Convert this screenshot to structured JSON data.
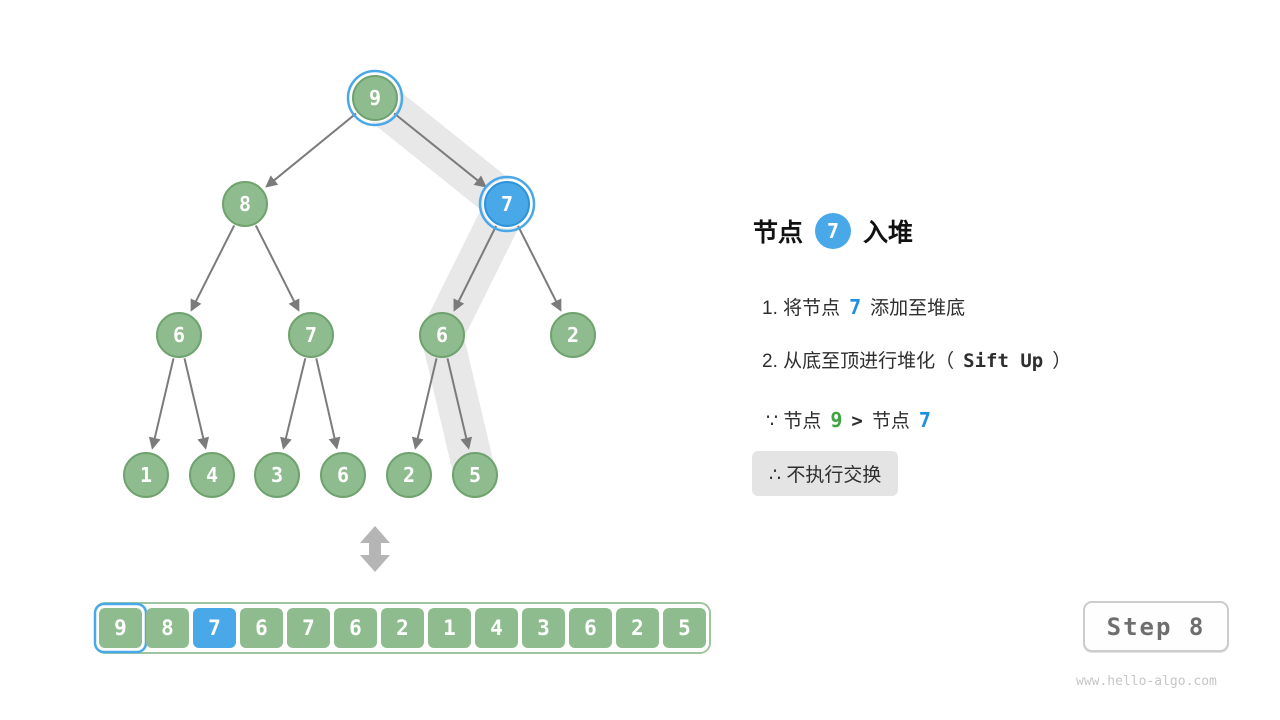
{
  "panel": {
    "title_pre": "节点",
    "title_node": "7",
    "title_post": "入堆",
    "step1_pre": "1. 将节点",
    "step1_num": "7",
    "step1_post": "添加至堆底",
    "step2_pre": "2. 从底至顶进行堆化（",
    "step2_code": "Sift Up",
    "step2_post": "）",
    "because_pre": "∵ 节点",
    "because_a": "9",
    "because_op": ">",
    "because_b_label": "节点",
    "because_b": "7",
    "therefore": "∴ 不执行交换"
  },
  "tree": {
    "nodes": [
      {
        "value": "9",
        "variant": "green-ring-highlight"
      },
      {
        "value": "8",
        "variant": "green"
      },
      {
        "value": "7",
        "variant": "blue-current"
      },
      {
        "value": "6",
        "variant": "green"
      },
      {
        "value": "7",
        "variant": "green"
      },
      {
        "value": "6",
        "variant": "green"
      },
      {
        "value": "2",
        "variant": "green"
      },
      {
        "value": "1",
        "variant": "green"
      },
      {
        "value": "4",
        "variant": "green"
      },
      {
        "value": "3",
        "variant": "green"
      },
      {
        "value": "6",
        "variant": "green"
      },
      {
        "value": "2",
        "variant": "green"
      },
      {
        "value": "5",
        "variant": "green"
      }
    ],
    "sift_up_path_values": [
      "9",
      "7",
      "6",
      "5"
    ]
  },
  "array": {
    "cells": [
      {
        "value": "9",
        "variant": "green-ring-highlight"
      },
      {
        "value": "8",
        "variant": "green"
      },
      {
        "value": "7",
        "variant": "blue-current"
      },
      {
        "value": "6",
        "variant": "green"
      },
      {
        "value": "7",
        "variant": "green"
      },
      {
        "value": "6",
        "variant": "green"
      },
      {
        "value": "2",
        "variant": "green"
      },
      {
        "value": "1",
        "variant": "green"
      },
      {
        "value": "4",
        "variant": "green"
      },
      {
        "value": "3",
        "variant": "green"
      },
      {
        "value": "6",
        "variant": "green"
      },
      {
        "value": "2",
        "variant": "green"
      },
      {
        "value": "5",
        "variant": "green"
      }
    ]
  },
  "footer": {
    "step_label": "Step 8",
    "watermark": "www.hello-algo.com"
  },
  "colors": {
    "node_green": "#8FBC8F",
    "node_green_border": "#6FA26F",
    "node_blue": "#49A8E8",
    "node_blue_border": "#2D93DB",
    "highlight_band": "#E8E8E8",
    "edge_gray": "#7B7B7B",
    "text_green": "#3FA43F",
    "text_blue": "#1E90E0"
  }
}
